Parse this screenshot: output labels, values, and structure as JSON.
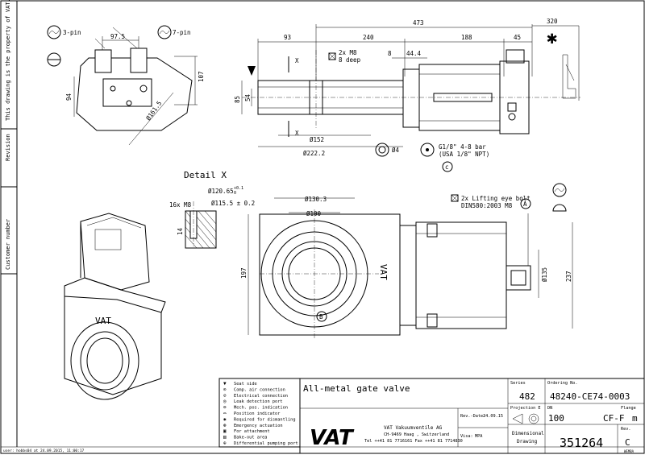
{
  "side_strip": {
    "property_note": "This drawing is the property of VAT.",
    "revision_label": "Revision",
    "customer_label": "Customer number",
    "user_note": "user: hobbs04 at 24.09.2015, 11:00:17"
  },
  "top_left_view": {
    "pin3": "3-pin",
    "pin7": "7-pin",
    "dim_97_5": "97.5",
    "dim_107": "107",
    "dim_94": "94",
    "dim_161_5": "Ø161.5"
  },
  "top_center_view": {
    "dim_473": "473",
    "dim_320": "320",
    "dim_93": "93",
    "dim_240": "240",
    "dim_188": "188",
    "dim_45": "45",
    "dim_8": "8",
    "dim_44_4": "44.4",
    "dim_85": "85",
    "dim_54": "54",
    "dim_152": "Ø152",
    "dim_222_2": "Ø222.2",
    "section_mark": "X",
    "m8_note_1": "2x M8",
    "m8_note_2": "8 deep",
    "port_a": "Ø4",
    "port_b_1": "G1/8\" 4-8 bar",
    "port_b_2": "(USA 1/8\" NPT)",
    "port_c": "c"
  },
  "detail_x": {
    "title": "Detail X",
    "m8": "16x M8",
    "dim_120_65": "Ø120.65",
    "tol_upper": "+0.1",
    "tol_lower": "0",
    "dim_115_5": "Ø115.5 ± 0.2",
    "dim_14": "14"
  },
  "bottom_center_view": {
    "dim_130_3": "Ø130.3",
    "dim_100": "Ø100",
    "dim_197": "197",
    "dim_135": "Ø135",
    "dim_237": "237",
    "lifting_1": "2x Lifting eye bolt",
    "lifting_2": "DIN580:2003 M8",
    "label_a": "A",
    "label_b": "B"
  },
  "legend": [
    {
      "symbol": "▼",
      "text": "Seat side"
    },
    {
      "symbol": "⊙",
      "text": "Comp. air connection"
    },
    {
      "symbol": "⊘",
      "text": "Electrical connection"
    },
    {
      "symbol": "◎",
      "text": "Leak detection port"
    },
    {
      "symbol": "⊖",
      "text": "Mech. pos. indication"
    },
    {
      "symbol": "⌓",
      "text": "Position indicator"
    },
    {
      "symbol": "✱",
      "text": "Required for dismantling"
    },
    {
      "symbol": "⊛",
      "text": "Emergency actuation"
    },
    {
      "symbol": "▣",
      "text": "For attachment"
    },
    {
      "symbol": "▤",
      "text": "Bake-out area"
    },
    {
      "symbol": "⊕",
      "text": "Differential pumping port"
    }
  ],
  "title_block": {
    "title": "All-metal gate valve",
    "company": "VAT Vakuumventile AG",
    "address": "CH-9469 Haag , Switzerland",
    "phone": "Tel ++41 81 7716161 Fax ++41 81 7714830",
    "logo_text": "VAT",
    "rev_date_label": "Rev.-Date:",
    "rev_date": "24.09.15",
    "visa_label": "Visa:",
    "visa": "MPA",
    "series_label": "Series",
    "series": "482",
    "ordering_label": "Ordering No.",
    "ordering": "48240-CE74-0003",
    "projection_label": "Projection E",
    "dn_label": "DN",
    "dn": "100",
    "flange_label": "Flange",
    "flange": "CF-F",
    "flange_unit": "m",
    "dim_drawing_1": "Dimensional",
    "dim_drawing_2": "Drawing",
    "drawing_no": "351264",
    "rev_label": "Rev.",
    "rev": "C",
    "corner": "WEMBA"
  }
}
